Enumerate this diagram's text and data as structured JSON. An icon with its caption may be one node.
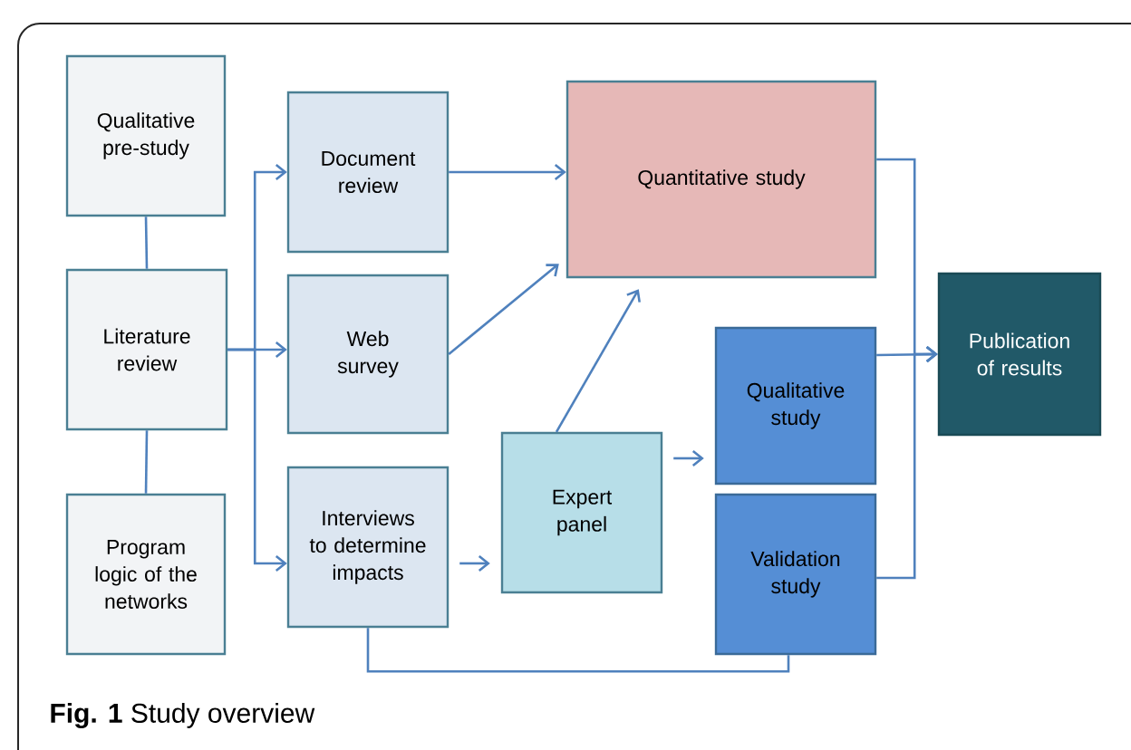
{
  "diagram": {
    "caption": "**Fig. 1** Study overview",
    "nodes": [
      {
        "text": [
          "Qualitative pre-study"
        ]
      },
      {
        "text": [
          "Literature review"
        ]
      },
      {
        "text": [
          "Program logic of the networks"
        ]
      },
      {
        "text": [
          "Document review"
        ]
      },
      {
        "text": [
          "Web survey"
        ]
      },
      {
        "text": [
          "Interviews to determine impacts"
        ]
      },
      {
        "text": [
          "Quantitative study"
        ]
      },
      {
        "text": [
          "Expert panel"
        ]
      },
      {
        "text": [
          "Qualitative study"
        ]
      },
      {
        "text": [
          "Validation study"
        ]
      },
      {
        "text": [
          "Publication of results"
        ]
      }
    ],
    "edges": [
      {
        "from": 0,
        "to": 1,
        "arrow": "none"
      },
      {
        "from": 1,
        "to": 2,
        "arrow": "none"
      },
      {
        "from": 1,
        "to": 3,
        "arrow": "to"
      },
      {
        "from": 1,
        "to": 4,
        "arrow": "to"
      },
      {
        "from": 1,
        "to": 5,
        "arrow": "to"
      },
      {
        "from": 3,
        "to": 6,
        "arrow": "to"
      },
      {
        "from": 4,
        "to": 6,
        "arrow": "to"
      },
      {
        "from": 5,
        "to": 7,
        "arrow": "to"
      },
      {
        "from": 7,
        "to": 6,
        "arrow": "to"
      },
      {
        "from": 7,
        "to": 8,
        "arrow": "to"
      },
      {
        "from": 6,
        "to": 10,
        "arrow": "to"
      },
      {
        "from": 8,
        "to": 10,
        "arrow": "to"
      },
      {
        "from": 9,
        "to": 10,
        "arrow": "to"
      },
      {
        "from": 5,
        "to": 9,
        "arrow": "none"
      }
    ]
  }
}
